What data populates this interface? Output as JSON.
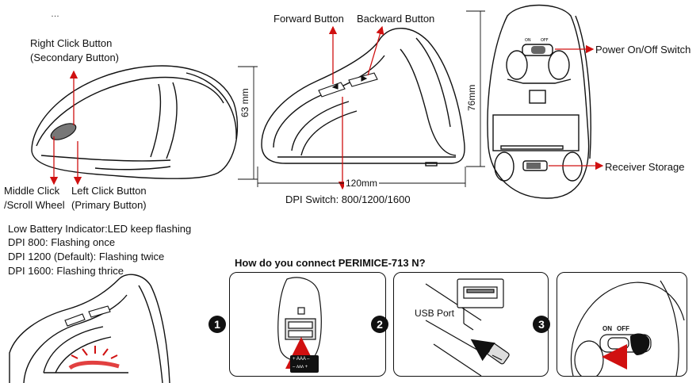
{
  "labels": {
    "top_clip": "…",
    "right_click": "Right Click Button",
    "right_click_sub": "(Secondary Button)",
    "middle_click": "Middle Click",
    "scroll_wheel": "/Scroll Wheel",
    "left_click": "Left Click Button",
    "left_click_sub": "(Primary Button)",
    "forward_button": "Forward Button",
    "backward_button": "Backward Button",
    "dpi_switch": "DPI Switch: 800/1200/1600",
    "power_switch": "Power On/Off Switch",
    "receiver_storage": "Receiver Storage"
  },
  "dimensions": {
    "height_side": "63 mm",
    "length": "120mm",
    "height_front": "76mm"
  },
  "led_info": [
    "Low Battery Indicator:LED keep flashing",
    "DPI 800: Flashing once",
    "DPI 1200 (Default): Flashing twice",
    "DPI 1600: Flashing thrice"
  ],
  "connect": {
    "title": "How do you connect PERIMICE-713 N?",
    "steps": [
      {
        "number": "1"
      },
      {
        "number": "2",
        "port_label": "USB Port"
      },
      {
        "number": "3",
        "switch_on": "ON",
        "switch_off": "OFF"
      }
    ],
    "battery_plus": "+ AAA –",
    "battery_minus": "– ʌʌʌ +"
  },
  "colors": {
    "arrow_red": "#d01010",
    "line": "#111111"
  }
}
